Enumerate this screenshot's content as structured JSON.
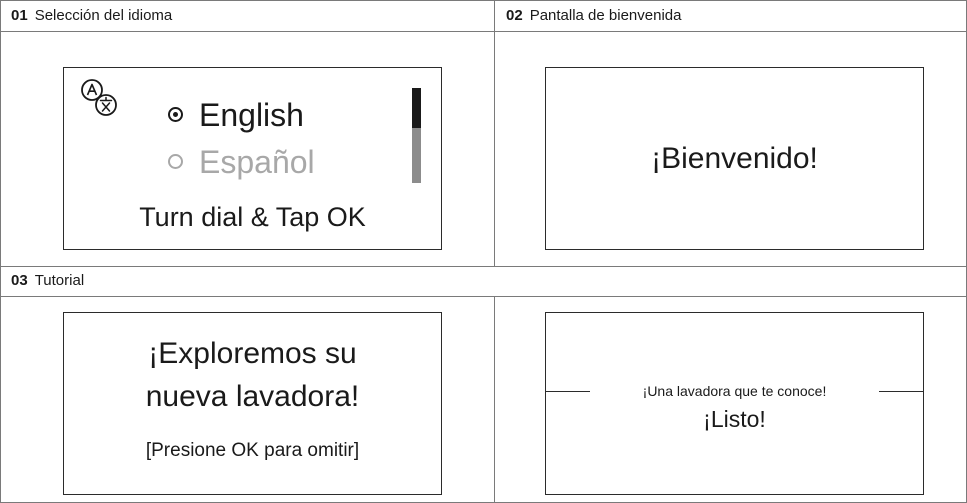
{
  "panels": [
    {
      "number": "01",
      "title": "Selección del idioma",
      "icon": "language-translate-icon",
      "options": [
        {
          "label": "English",
          "selected": true
        },
        {
          "label": "Español",
          "selected": false
        }
      ],
      "scroll_position": 0.42,
      "instruction": "Turn dial & Tap OK"
    },
    {
      "number": "02",
      "title": "Pantalla de bienvenida",
      "message": "¡Bienvenido!"
    },
    {
      "number": "03",
      "title": "Tutorial",
      "screens": [
        {
          "line1": "¡Exploremos su",
          "line2": "nueva lavadora!",
          "hint": "[Presione OK para omitir]"
        },
        {
          "subtitle": "¡Una lavadora que te conoce!",
          "message": "¡Listo!"
        }
      ]
    }
  ],
  "colors": {
    "text": "#1a1a1a",
    "inactive": "#a8a8a8",
    "border": "#7a7a7a",
    "scroll_track": "#8c8c8c"
  }
}
